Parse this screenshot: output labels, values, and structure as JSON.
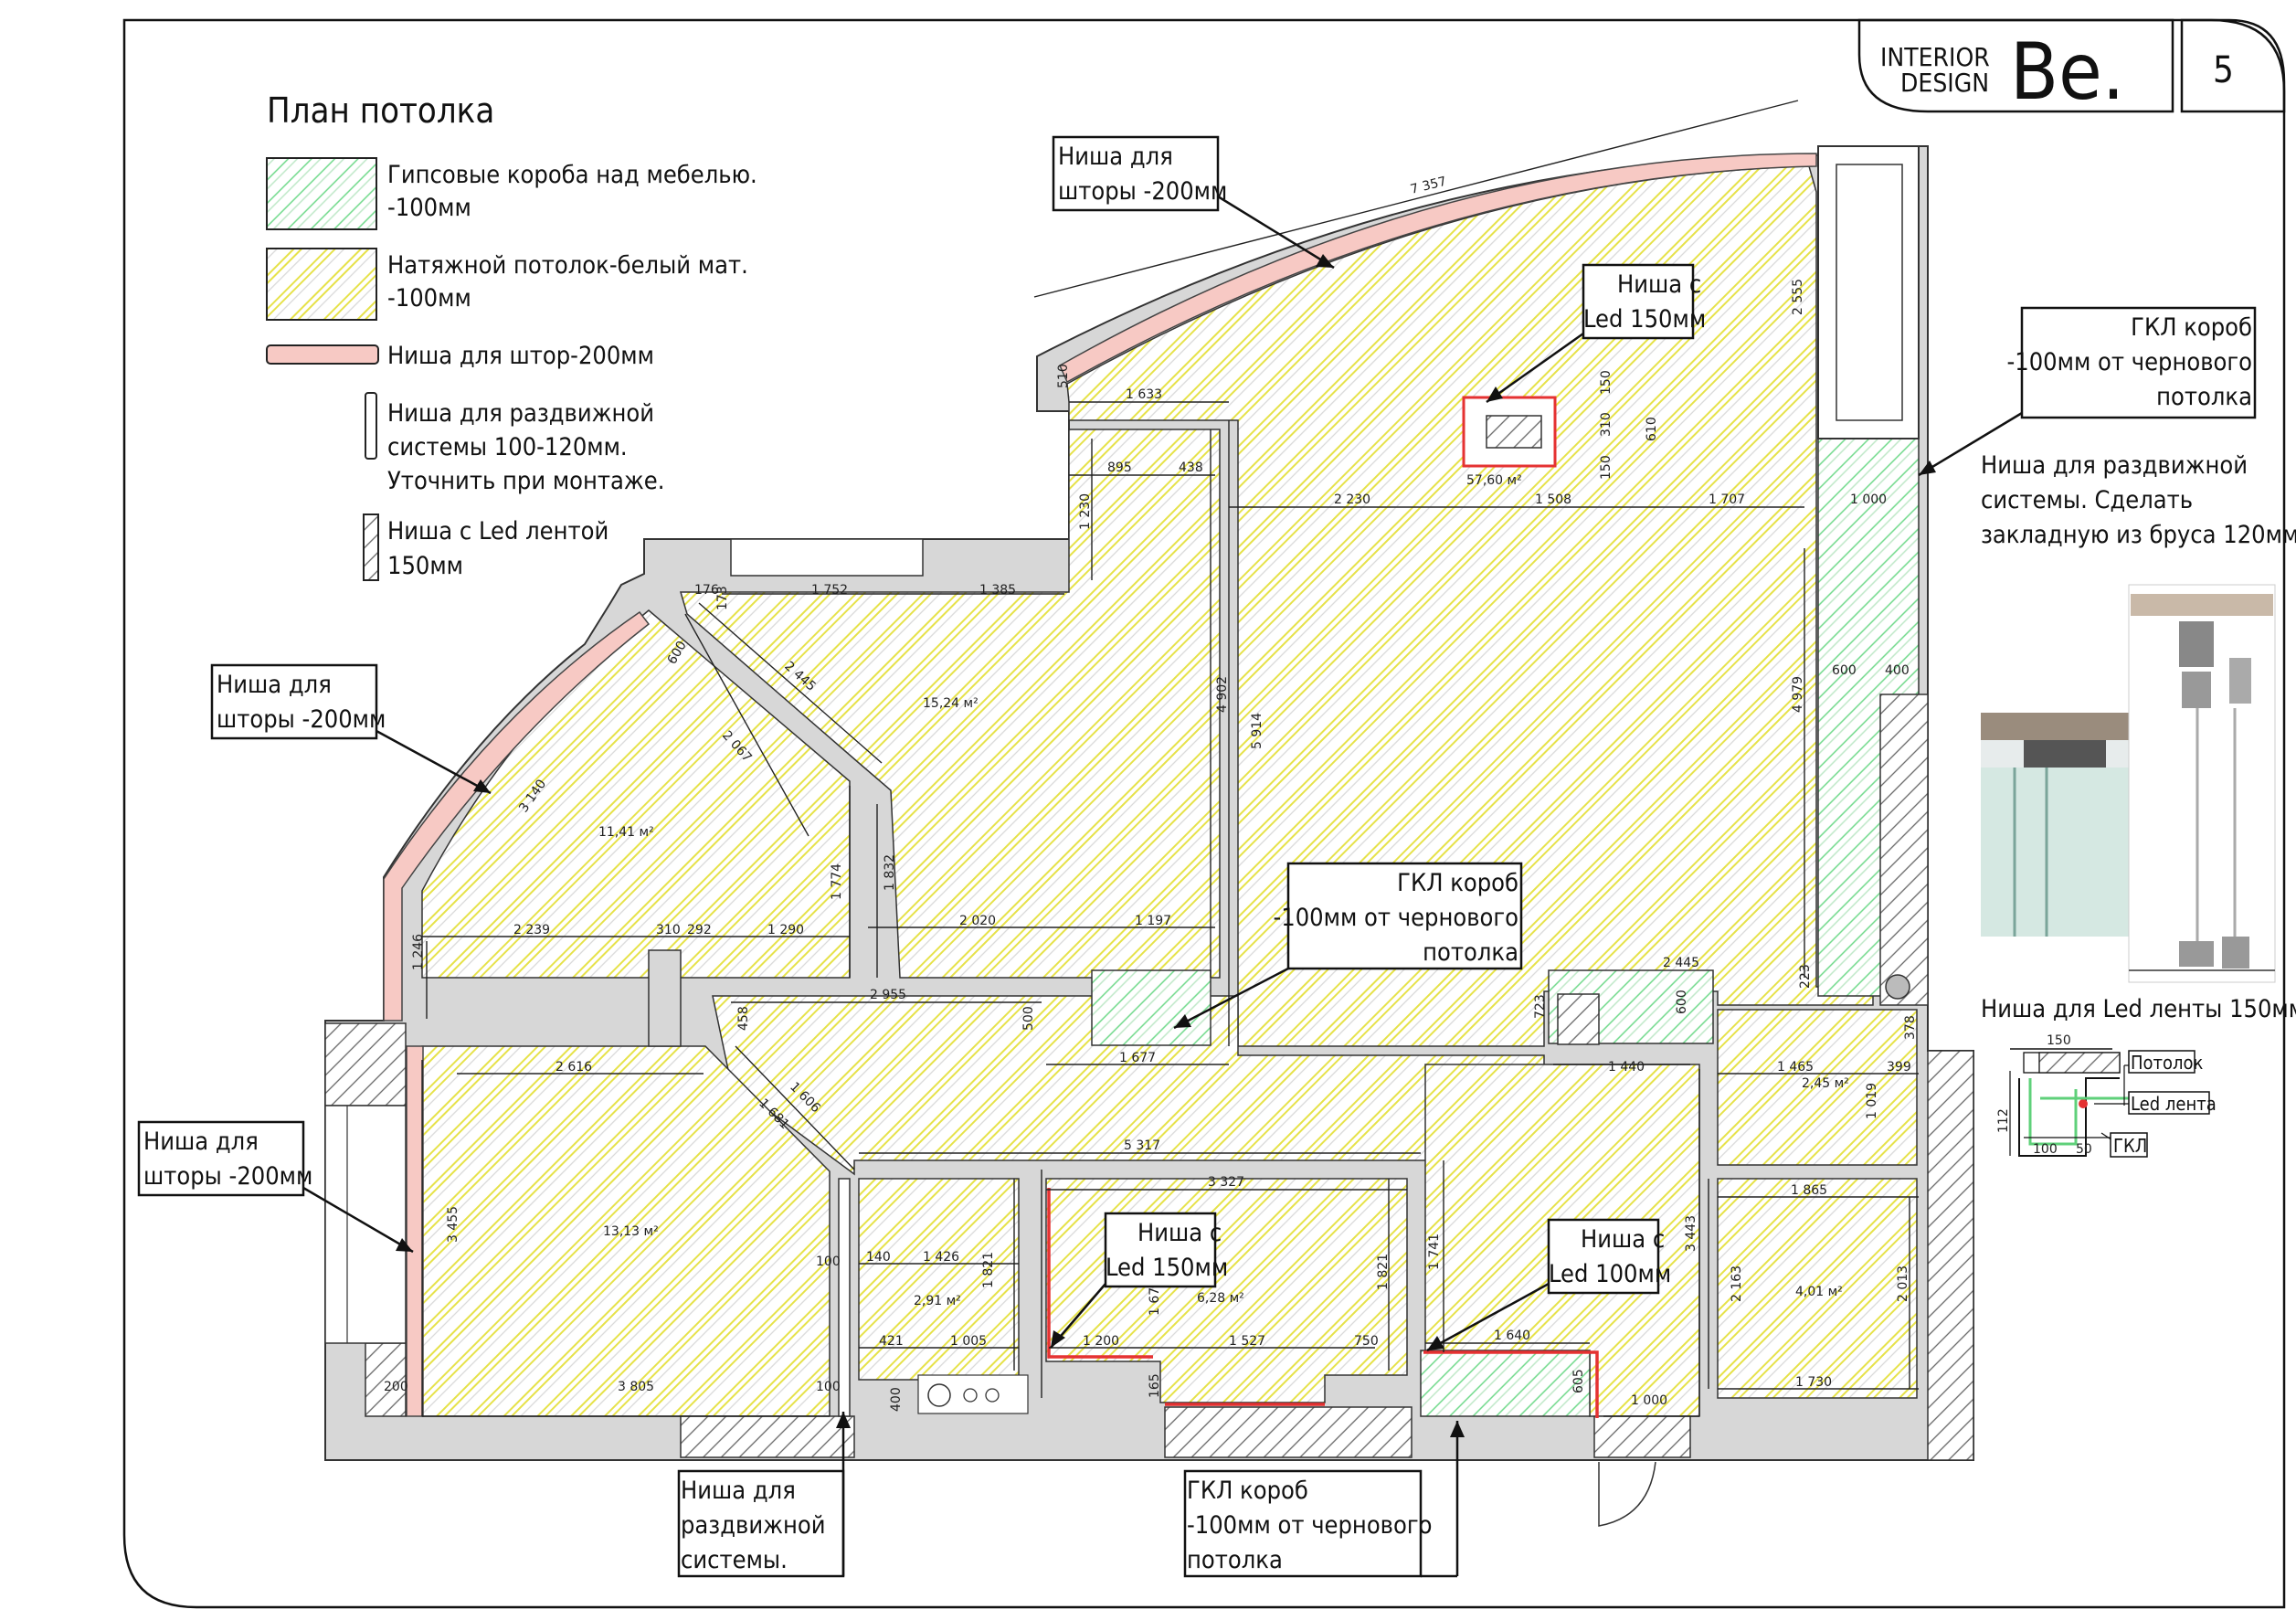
{
  "title": "План потолка",
  "page_number": "5",
  "logo": {
    "line1": "INTERIOR",
    "line2": "DESIGN",
    "mark": "Be."
  },
  "legend": [
    {
      "key": "gypsum",
      "line1": "Гипсовые короба над мебелью.",
      "line2": "-100мм",
      "color": "#5fd07a"
    },
    {
      "key": "stretch",
      "line1": "Натяжной потолок-белый мат.",
      "line2": "-100мм",
      "color": "#e8e84a"
    },
    {
      "key": "curtain",
      "line1": "Ниша для штор-200мм",
      "line2": "",
      "color": "#f7c9c4"
    },
    {
      "key": "sliding",
      "line1": "Ниша для раздвижной",
      "line2": "системы 100-120мм.",
      "line3": "Уточнить при монтаже.",
      "color": "#ffffff"
    },
    {
      "key": "led",
      "line1": "Ниша с Led лентой",
      "line2": "150мм",
      "color": "#ffffff"
    }
  ],
  "callouts": {
    "curtain_top": {
      "l1": "Ниша для",
      "l2": "шторы -200мм"
    },
    "curtain_left": {
      "l1": "Ниша для",
      "l2": "шторы -200мм"
    },
    "curtain_bottom": {
      "l1": "Ниша для",
      "l2": "шторы -200мм"
    },
    "led_top": {
      "l1": "Ниша с",
      "l2": "Led 150мм"
    },
    "gkl_right": {
      "l1": "ГКЛ короб",
      "l2": "-100мм от чернового",
      "l3": "потолка"
    },
    "gkl_center": {
      "l1": "ГКЛ короб",
      "l2": "-100мм от чернового",
      "l3": "потолка"
    },
    "led_bottom_150": {
      "l1": "Ниша с",
      "l2": "Led 150мм"
    },
    "led_bottom_100": {
      "l1": "Ниша с",
      "l2": "Led 100мм"
    },
    "sliding_bottom": {
      "l1": "Ниша для",
      "l2": "раздвижной",
      "l3": "системы."
    },
    "gkl_bottom": {
      "l1": "ГКЛ короб",
      "l2": "-100мм от чернового",
      "l3": "потолка"
    }
  },
  "side_notes": {
    "sliding_note": {
      "l1": "Ниша для раздвижной",
      "l2": "системы. Сделать",
      "l3": "закладную из бруса 120мм:"
    },
    "led_note": {
      "l1": "Ниша для Led ленты 150мм:"
    }
  },
  "led_detail": {
    "w150": "150",
    "h112": "112",
    "w100": "100",
    "w50": "50",
    "lbl_ceiling": "Потолок",
    "lbl_led": "Led лента",
    "lbl_gkl": "ГКЛ"
  },
  "areas": [
    "57,60 м²",
    "15,24 м²",
    "11,41 м²",
    "13,13 м²",
    "2,91 м²",
    "6,28 м²",
    "2,45 м²",
    "4,01 м²"
  ],
  "dimensions": {
    "d7357": "7 357",
    "d510": "510",
    "d1633": "1 633",
    "d2555": "2 555",
    "d895": "895",
    "d438": "438",
    "d1230": "1 230",
    "d150a": "150",
    "d310": "310",
    "d150b": "150",
    "d610": "610",
    "d2230": "2 230",
    "d1508": "1 508",
    "d1707": "1 707",
    "d1000a": "1 000",
    "d176": "176",
    "d1752": "1 752",
    "d1385": "1 385",
    "d173": "173",
    "d600a": "600",
    "d2445a": "2 445",
    "d2067": "2 067",
    "d4902": "4 902",
    "d5914": "5 914",
    "d4979": "4 979",
    "d600b": "600",
    "d400a": "400",
    "d3140": "3 140",
    "d1774": "1 774",
    "d1832": "1 832",
    "d2239": "2 239",
    "d310b": "310",
    "d292": "292",
    "d1290": "1 290",
    "d2020": "2 020",
    "d1197": "1 197",
    "d1246": "1 246",
    "d2955": "2 955",
    "d458": "458",
    "d500": "500",
    "d1677": "1 677",
    "d2445b": "2 445",
    "d723": "723",
    "d600c": "600",
    "d223": "223",
    "d378": "378",
    "d2616": "2 616",
    "d1606": "1 606",
    "d1681": "1 681",
    "d1440": "1 440",
    "d1465": "1 465",
    "d399": "399",
    "d1019": "1 019",
    "d5317": "5 317",
    "d3327": "3 327",
    "d3455": "3 455",
    "d100a": "100",
    "d140": "140",
    "d1426": "1 426",
    "d1821a": "1 821",
    "d1821b": "1 821",
    "d1741": "1 741",
    "d3443": "3 443",
    "d1865": "1 865",
    "d1671": "1 671",
    "d2163": "2 163",
    "d2013": "2 013",
    "d421": "421",
    "d1005": "1 005",
    "d1200": "1 200",
    "d1527": "1 527",
    "d750": "750",
    "d1640": "1 640",
    "d605": "605",
    "d1000b": "1 000",
    "d1730": "1 730",
    "d200": "200",
    "d3805": "3 805",
    "d100b": "100",
    "d400b": "400",
    "d165": "165"
  }
}
